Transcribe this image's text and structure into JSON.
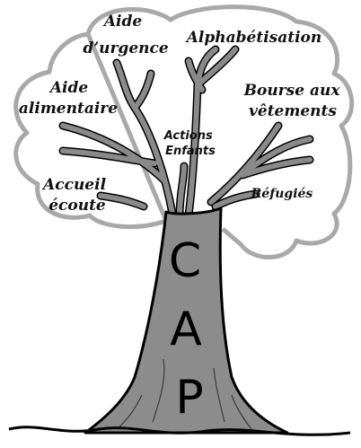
{
  "canopy_labels": {
    "aide_urgence": [
      "Aide",
      "d’urgence"
    ],
    "alphabetisation": "Alphabétisation",
    "aide_alimentaire": [
      "Aide",
      "alimentaire"
    ],
    "bourse_vetements": [
      "Bourse aux",
      "vêtements"
    ],
    "actions_enfants": [
      "Actions",
      "Enfants"
    ],
    "accueil_ecoute": [
      "Accueil",
      "écoute"
    ],
    "refugies": "Réfugiés"
  },
  "trunk_letters": [
    "C",
    "A",
    "P"
  ],
  "colors": {
    "cloud_outline": "#a9a9a9",
    "branch_fill": "#8a8a8a",
    "trunk_fill": "#8c8c8c",
    "outline": "#000000"
  }
}
